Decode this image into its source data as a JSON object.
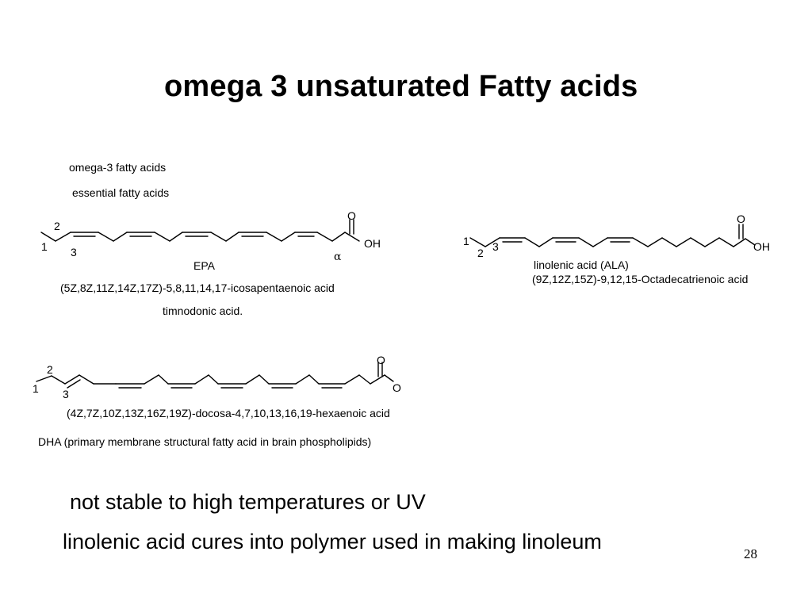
{
  "title": "omega 3 unsaturated  Fatty acids",
  "epa": {
    "label_omega3": "omega-3 fatty acids",
    "label_essential": "essential fatty acids",
    "atom_2": "2",
    "atom_1": "1",
    "atom_3": "3",
    "carbonyl_o": "O",
    "hydroxyl": "OH",
    "alpha": "α",
    "name": "EPA",
    "iupac": "(5Z,8Z,11Z,14Z,17Z)-5,8,11,14,17-icosapentaenoic acid",
    "common": "timnodonic acid."
  },
  "ala": {
    "atom_1": "1",
    "atom_2": "2",
    "atom_3": "3",
    "carbonyl_o": "O",
    "hydroxyl": "OH",
    "name": "linolenic acid (ALA)",
    "iupac": "(9Z,12Z,15Z)-9,12,15-Octadecatrienoic acid"
  },
  "dha": {
    "atom_2": "2",
    "atom_1": "1",
    "atom_3": "3",
    "carbonyl_o": "O",
    "ester_o": "O",
    "iupac": "(4Z,7Z,10Z,13Z,16Z,19Z)-docosa-4,7,10,13,16,19-hexaenoic acid",
    "description": "DHA (primary membrane structural fatty acid in brain phospholipids)"
  },
  "bullets": [
    "not stable to high temperatures or UV",
    "linolenic acid cures into polymer used in making linoleum"
  ],
  "page_number": "28"
}
